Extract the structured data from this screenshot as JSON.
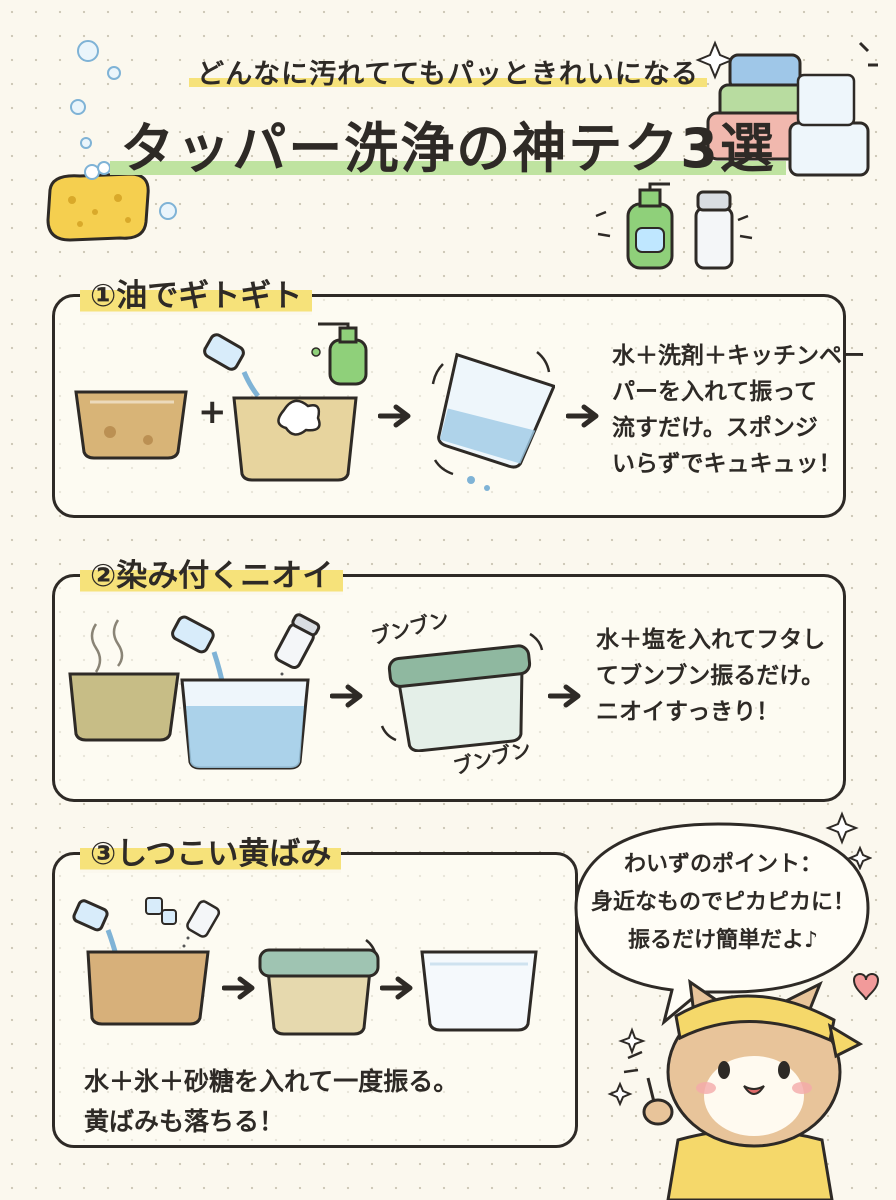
{
  "header": {
    "subtitle": "どんなに汚れててもパッときれいになる",
    "title": "タッパー洗浄の神テク3選"
  },
  "sections": [
    {
      "heading": "①油でギトギト",
      "description_lines": [
        "水＋洗剤＋キッチンペー",
        "パーを入れて振って",
        "流すだけ。スポンジ",
        "いらずでキュキュッ！"
      ]
    },
    {
      "heading": "②染み付くニオイ",
      "shake_label": "ブンブン",
      "description_lines": [
        "水＋塩を入れてフタし",
        "てブンブン振るだけ。",
        "ニオイすっきり！"
      ]
    },
    {
      "heading": "③しつこい黄ばみ",
      "description_lines": [
        "水＋氷＋砂糖を入れて一度振る。",
        "黄ばみも落ちる！"
      ]
    }
  ],
  "plus_sign": "+",
  "tip_bubble": {
    "heading": "わいずのポイント：",
    "lines": [
      "身近なものでピカピカに！",
      "振るだけ簡単だよ♪"
    ]
  },
  "colors": {
    "ink": "#2e2a26",
    "highlight_yellow": "#f6e27a",
    "highlight_green": "#bfe3a0",
    "container_grime": "#c9a46a",
    "water_blue": "#9fcbe6",
    "lid_green": "#8fb8a0"
  }
}
